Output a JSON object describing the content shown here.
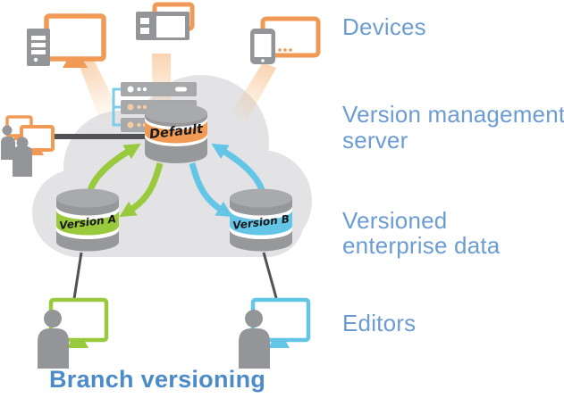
{
  "title": "Branch versioning",
  "side_labels": {
    "devices": "Devices",
    "version_management_line1": "Version management",
    "version_management_line2": "server",
    "versioned_data_line1": "Versioned",
    "versioned_data_line2": "enterprise data",
    "editors": "Editors"
  },
  "databases": {
    "default": "Default",
    "version_a": "Version A",
    "version_b": "Version B"
  },
  "colors": {
    "orange": "#F09A55",
    "green": "#99C93C",
    "blue": "#64C6E6",
    "bracket_blue": "#7CCDE9",
    "icon_gray": "#939598",
    "cylinder_gray": "#97989A",
    "cylinder_top_gray": "#A9AAAC",
    "cloud_gray": "#E3E3E5",
    "connector_dark": "#515256",
    "label_blue": "#6C9CD4",
    "title_blue": "#4C8BC9"
  }
}
